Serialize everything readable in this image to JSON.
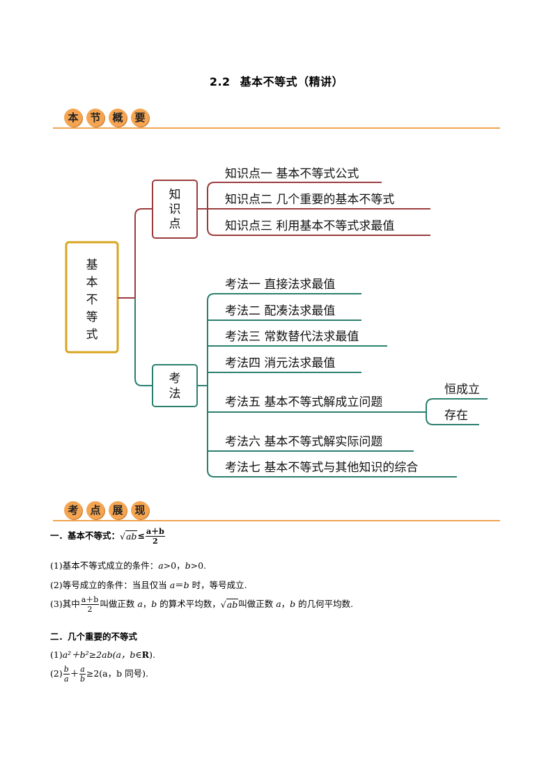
{
  "title": {
    "number": "2.2",
    "text": "基本不等式（精讲）"
  },
  "banners": {
    "overview": [
      "本",
      "节",
      "概",
      "要"
    ],
    "points": [
      "考",
      "点",
      "展",
      "现"
    ]
  },
  "mindmap": {
    "root": [
      "基",
      "本",
      "不",
      "等",
      "式"
    ],
    "knowledge": {
      "label": [
        "知",
        "识",
        "点"
      ],
      "items": [
        "知识点一  基本不等式公式",
        "知识点二  几个重要的基本不等式",
        "知识点三  利用基本不等式求最值"
      ]
    },
    "methods": {
      "label": [
        "考",
        "法"
      ],
      "items": [
        "考法一  直接法求最值",
        "考法二  配凑法求最值",
        "考法三  常数替代法求最值",
        "考法四  消元法求最值",
        "考法五  基本不等式解成立问题",
        "考法六  基本不等式解实际问题",
        "考法七  基本不等式与其他知识的综合"
      ],
      "sub": [
        "恒成立",
        "存在"
      ]
    }
  },
  "section1": {
    "heading": "一．基本不等式：",
    "formula": {
      "rad": "ab",
      "rel": "≤",
      "num": "a＋b",
      "den": "2"
    },
    "item1": {
      "prefix": "(1)基本不等式成立的条件：",
      "a": "a",
      "t1": ">0，",
      "b": "b",
      "t2": ">0."
    },
    "item2": {
      "prefix": "(2)等号成立的条件：当且仅当 ",
      "a": "a",
      "eq": "＝",
      "b": "b",
      "suffix": " 时，等号成立."
    },
    "item3": {
      "prefix": "(3)其中",
      "num": "a＋b",
      "den": "2",
      "mid": "叫做正数 ",
      "a": "a",
      "comma": "，",
      "b": "b",
      "t1": " 的算术平均数，",
      "rad": "ab",
      "t2": "叫做正数 ",
      "a2": "a",
      "comma2": "，",
      "b2": "b",
      "t3": " 的几何平均数."
    }
  },
  "section2": {
    "heading": "二．几个重要的不等式",
    "item1": {
      "prefix": "(1)",
      "text": "a²＋b²≥2ab(a，b∈",
      "R": "R",
      "end": ")."
    },
    "item2": {
      "prefix": "(2)",
      "f1n": "b",
      "f1d": "a",
      "plus": "＋",
      "f2n": "a",
      "f2d": "b",
      "text": "≥2(a，b 同号)."
    }
  },
  "colors": {
    "accent": "#f5a552",
    "rule": "#f0a350",
    "knowledge": "#9b3b3b",
    "methods": "#2a7f6f",
    "root": "#d9a520"
  }
}
